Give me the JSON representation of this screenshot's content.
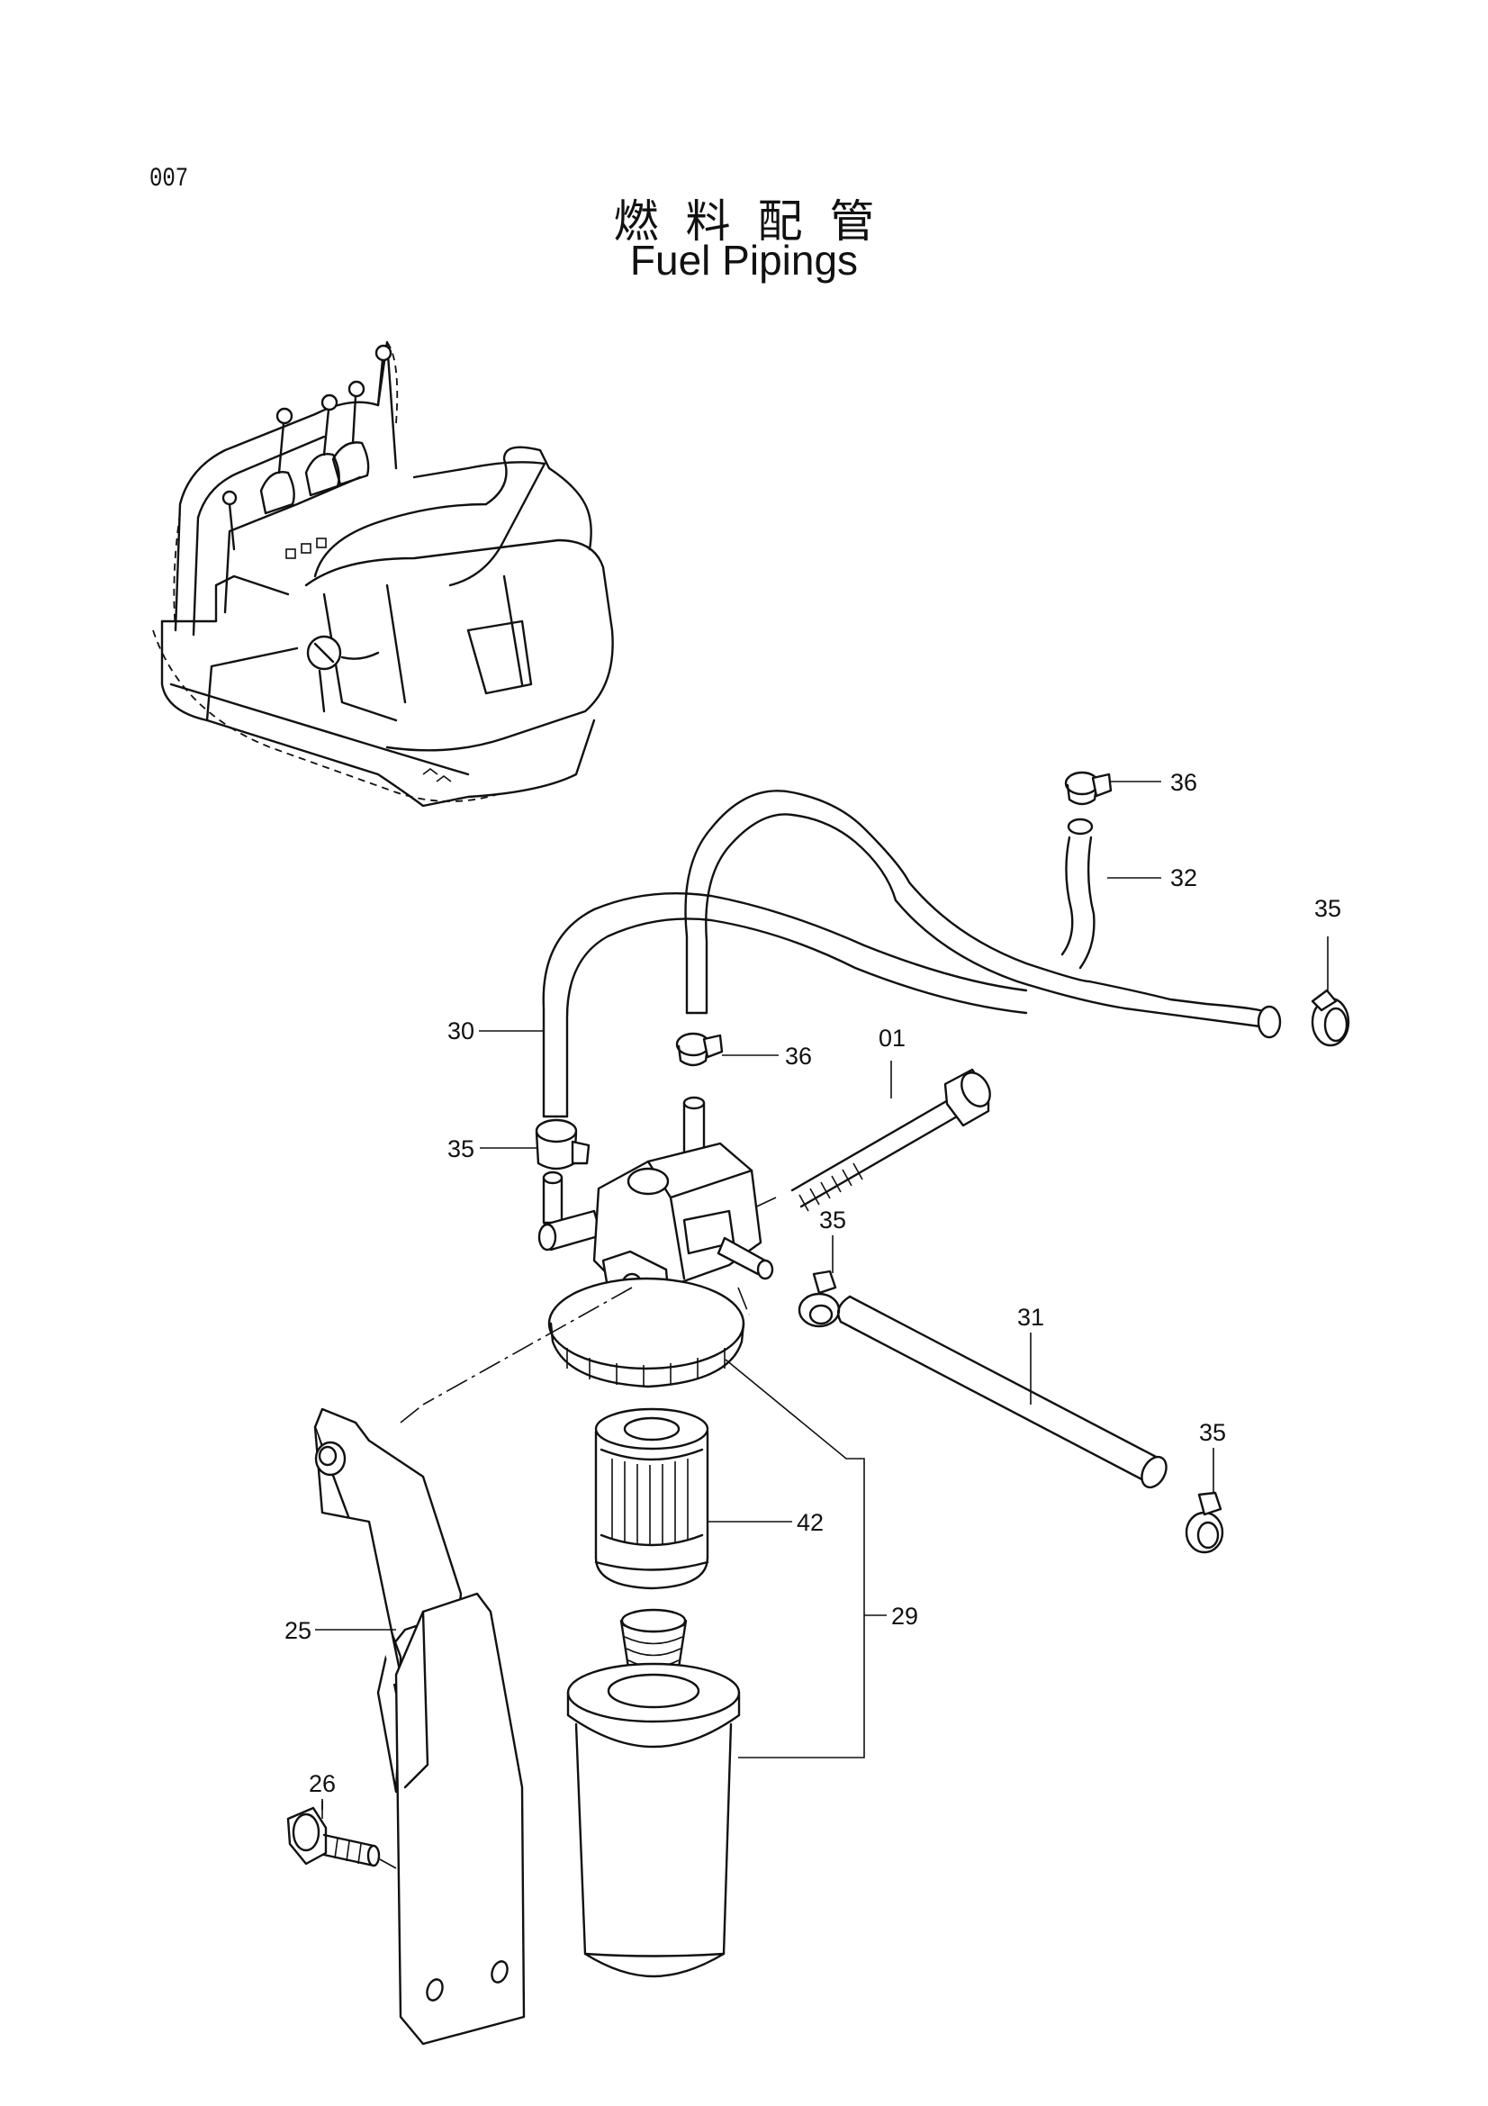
{
  "header": {
    "page_number": "007",
    "title_ja": "燃料配管",
    "title_en": "Fuel Pipings"
  },
  "callouts": {
    "c36_top": "36",
    "c32": "32",
    "c35_right": "35",
    "c30": "30",
    "c36_mid": "36",
    "c01": "01",
    "c35_left": "35",
    "c35_mid": "35",
    "c31": "31",
    "c35_lower": "35",
    "c42": "42",
    "c29": "29",
    "c25": "25",
    "c26": "26"
  }
}
